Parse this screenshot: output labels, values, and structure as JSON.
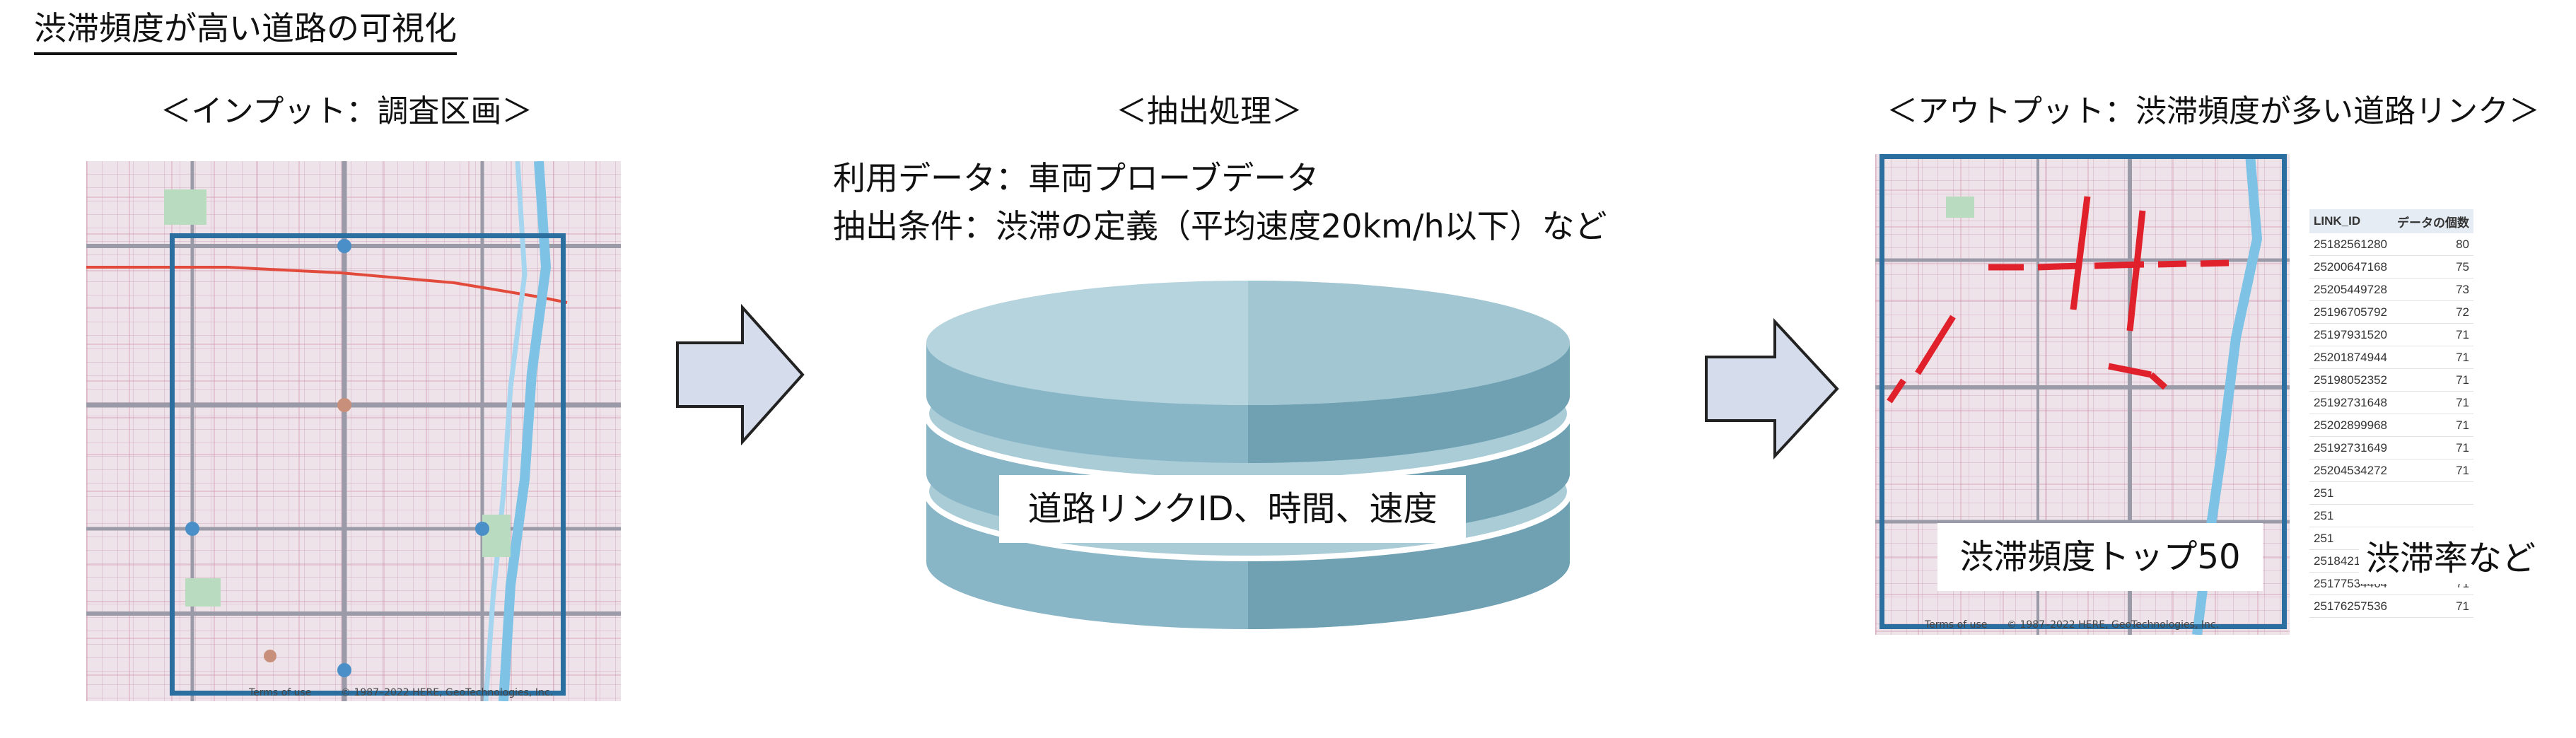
{
  "title": "渋滞頻度が高い道路の可視化",
  "input": {
    "heading": "＜インプット：調査区画＞",
    "credit_terms": "Terms of use",
    "credit_copyright": "© 1987–2022 HERE, GeoTechnologies, Inc."
  },
  "process": {
    "heading": "＜抽出処理＞",
    "data_line": "利用データ：車両プローブデータ",
    "condition_line": "抽出条件：渋滞の定義（平均速度20km/h以下）など",
    "db_label": "道路リンクID、時間、速度",
    "colors": {
      "db_top": "#a9ccd7",
      "db_body": "#89b6c7",
      "db_dark": "#6fa1b3"
    }
  },
  "output": {
    "heading": "＜アウトプット：渋滞頻度が多い道路リンク＞",
    "map_label": "渋滞頻度トップ50",
    "table_label": "渋滞率など",
    "credit_terms": "Terms of use",
    "credit_copyright": "© 1987–2022 HERE, GeoTechnologies, Inc.",
    "table": {
      "columns": [
        "LINK_ID",
        "データの個数"
      ],
      "rows": [
        {
          "id": "25182561280",
          "count": "80"
        },
        {
          "id": "25200647168",
          "count": "75"
        },
        {
          "id": "25205449728",
          "count": "73"
        },
        {
          "id": "25196705792",
          "count": "72"
        },
        {
          "id": "25197931520",
          "count": "71"
        },
        {
          "id": "25201874944",
          "count": "71"
        },
        {
          "id": "25198052352",
          "count": "71"
        },
        {
          "id": "25192731648",
          "count": "71"
        },
        {
          "id": "25202899968",
          "count": "71"
        },
        {
          "id": "25192731649",
          "count": "71"
        },
        {
          "id": "25204534272",
          "count": "71"
        },
        {
          "id": "251",
          "count": ""
        },
        {
          "id": "251",
          "count": ""
        },
        {
          "id": "251",
          "count": ""
        },
        {
          "id": "25184211969",
          "count": "71"
        },
        {
          "id": "25177534464",
          "count": "71"
        },
        {
          "id": "25176257536",
          "count": "71"
        }
      ]
    }
  },
  "colors": {
    "frame_blue": "#2a6fa0",
    "arrow_fill": "#d5dceb",
    "arrow_stroke": "#222222",
    "congestion_red": "#e0202a",
    "map_bg": "#efe3ea"
  }
}
